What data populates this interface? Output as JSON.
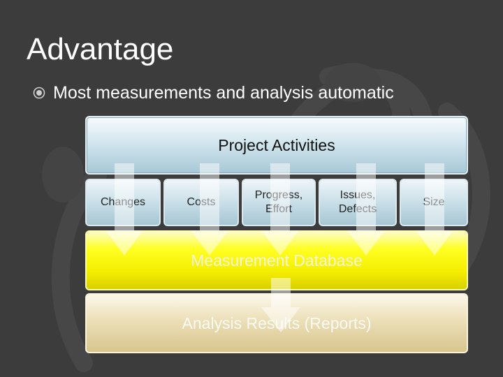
{
  "slide": {
    "title": "Advantage",
    "bullet": "Most measurements and analysis automatic"
  },
  "diagram": {
    "project_activities": "Project Activities",
    "activities": [
      {
        "line1": "Changes",
        "line2": ""
      },
      {
        "line1": "Costs",
        "line2": ""
      },
      {
        "line1": "Progress,",
        "line2": "Effort"
      },
      {
        "line1": "Issues,",
        "line2": "Defects"
      },
      {
        "line1": "Size",
        "line2": ""
      }
    ],
    "measurement_database": "Measurement Database",
    "analysis_results": "Analysis Results (Reports)"
  },
  "colors": {
    "background": "#3c3c3c",
    "database_yellow": "#ffff22",
    "activities_blue": "#c9dfe8",
    "results_tan": "#ecdfb8"
  }
}
